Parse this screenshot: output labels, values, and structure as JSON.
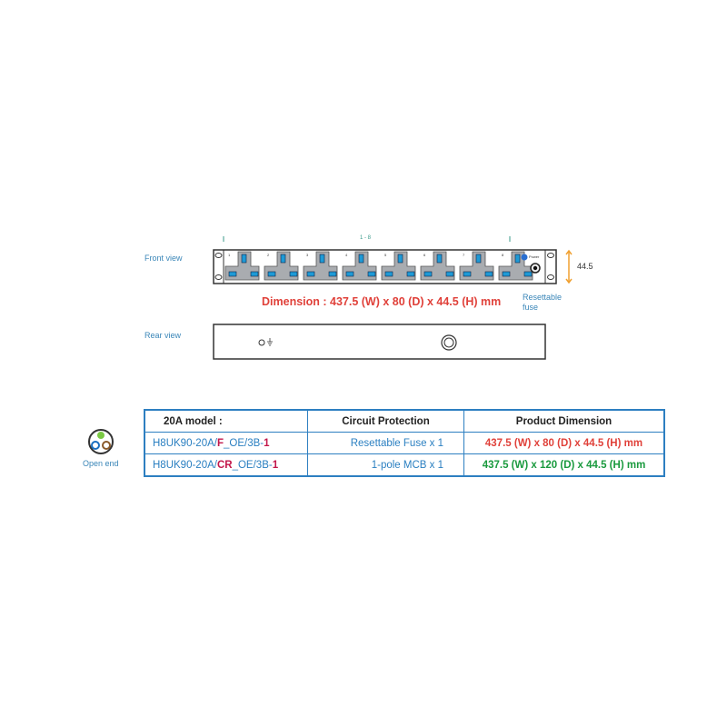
{
  "diagram": {
    "front_view_label": "Front view",
    "rear_view_label": "Rear view",
    "outlet_range_label": "1 - 8",
    "socket_numbers": [
      "1",
      "2",
      "3",
      "4",
      "5",
      "6",
      "7",
      "8"
    ],
    "power_label": "Power",
    "height_label": "44.5",
    "fuse_label_line1": "Resettable",
    "fuse_label_line2": "fuse",
    "dimension_text": "Dimension :  437.5 (W) x 80 (D) x 44.5 (H) mm",
    "cable_label": "Open end",
    "colors": {
      "accent_blue": "#2d7fc1",
      "dimension_red": "#e0413a",
      "highlight": "#c2164a",
      "green": "#1a9a3e",
      "arrow_orange": "#f0a030",
      "socket_gray": "#a9acb0"
    }
  },
  "table": {
    "headers": [
      "20A model :",
      "Circuit Protection",
      "Product Dimension"
    ],
    "rows": [
      {
        "model_prefix": "H8UK90-20A/",
        "model_code": "F",
        "model_mid": "_OE/3B-",
        "model_suffix": "1",
        "protection": "Resettable Fuse x 1",
        "dimension": "437.5 (W) x 80 (D) x 44.5 (H) mm"
      },
      {
        "model_prefix": "H8UK90-20A/",
        "model_code": "CR",
        "model_mid": "_OE/3B-",
        "model_suffix": "1",
        "protection": "1-pole MCB x 1",
        "dimension": "437.5 (W) x 120 (D) x 44.5 (H) mm"
      }
    ]
  }
}
